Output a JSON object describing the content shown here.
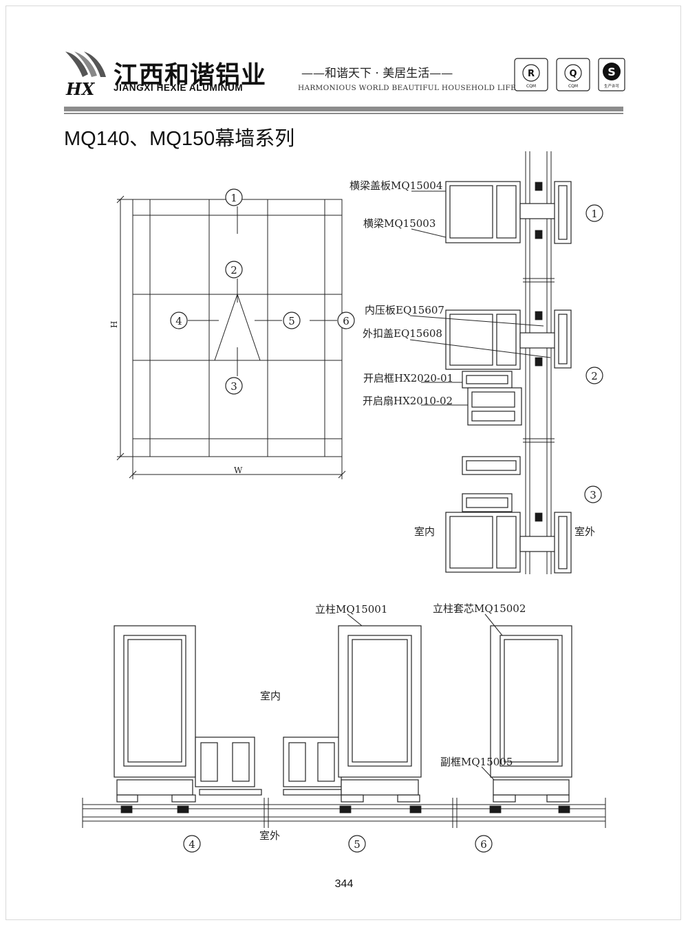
{
  "header": {
    "logo_mark": "HX",
    "company_cn": "江西和谐铝业",
    "company_en": "JIANGXI HEXIE ALUMINUM",
    "slogan_cn": "——和谐天下 · 美居生活——",
    "slogan_en": "HARMONIOUS WORLD BEAUTIFUL HOUSEHOLD LIFE",
    "certs": [
      {
        "mark": "R",
        "sub": "CQM"
      },
      {
        "mark": "Q",
        "sub": "CQM"
      },
      {
        "mark": "S",
        "sub": "生产许可"
      }
    ]
  },
  "title": "MQ140、MQ150幕墙系列",
  "elevation": {
    "height_label": "H",
    "width_label": "W",
    "section_markers": [
      "1",
      "2",
      "3",
      "4",
      "5",
      "6"
    ]
  },
  "vertical_section": {
    "markers": [
      "1",
      "2",
      "3"
    ],
    "labels": [
      "横梁盖板MQ15004",
      "横梁MQ15003",
      "内压板EQ15607",
      "外扣盖EQ15608",
      "开启框HX2020-01",
      "开启扇HX2010-02"
    ],
    "indoor": "室内",
    "outdoor": "室外"
  },
  "horizontal_section": {
    "markers": [
      "4",
      "5",
      "6"
    ],
    "labels": [
      "立柱MQ15001",
      "立柱套芯MQ15002",
      "副框MQ15005"
    ],
    "indoor": "室内",
    "outdoor": "室外"
  },
  "page_number": "344"
}
